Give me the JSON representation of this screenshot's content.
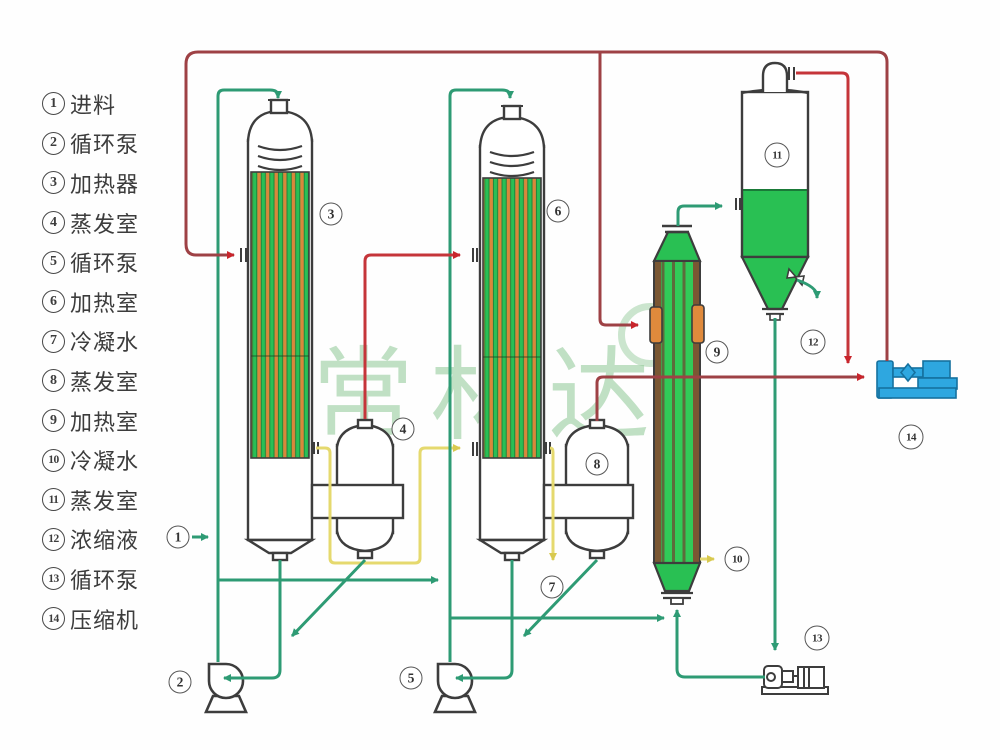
{
  "watermark": {
    "text": "常林达"
  },
  "legend": {
    "items": [
      {
        "num": "1",
        "label": "进料"
      },
      {
        "num": "2",
        "label": "循环泵"
      },
      {
        "num": "3",
        "label": "加热器"
      },
      {
        "num": "4",
        "label": "蒸发室"
      },
      {
        "num": "5",
        "label": "循环泵"
      },
      {
        "num": "6",
        "label": "加热室"
      },
      {
        "num": "7",
        "label": "冷凝水"
      },
      {
        "num": "8",
        "label": "蒸发室"
      },
      {
        "num": "9",
        "label": "加热室"
      },
      {
        "num": "10",
        "label": "冷凝水"
      },
      {
        "num": "11",
        "label": "蒸发室"
      },
      {
        "num": "12",
        "label": "浓缩液"
      },
      {
        "num": "13",
        "label": "循环泵"
      },
      {
        "num": "14",
        "label": "压缩机"
      }
    ]
  },
  "colors": {
    "steam_pipe": "#9E4145",
    "steam_pipe_bright": "#C5353A",
    "arrow_red": "#C9252C",
    "liquor_pipe": "#2E9B74",
    "condensate_pipe": "#E5D96E",
    "tube_green": "#2ABF55",
    "tube_orange": "#D9873B",
    "liquid_fill": "#29C053",
    "column9_side": "#7A5733",
    "compressor_blue": "#2EA7E0",
    "watermark_green": "#8DC794"
  }
}
